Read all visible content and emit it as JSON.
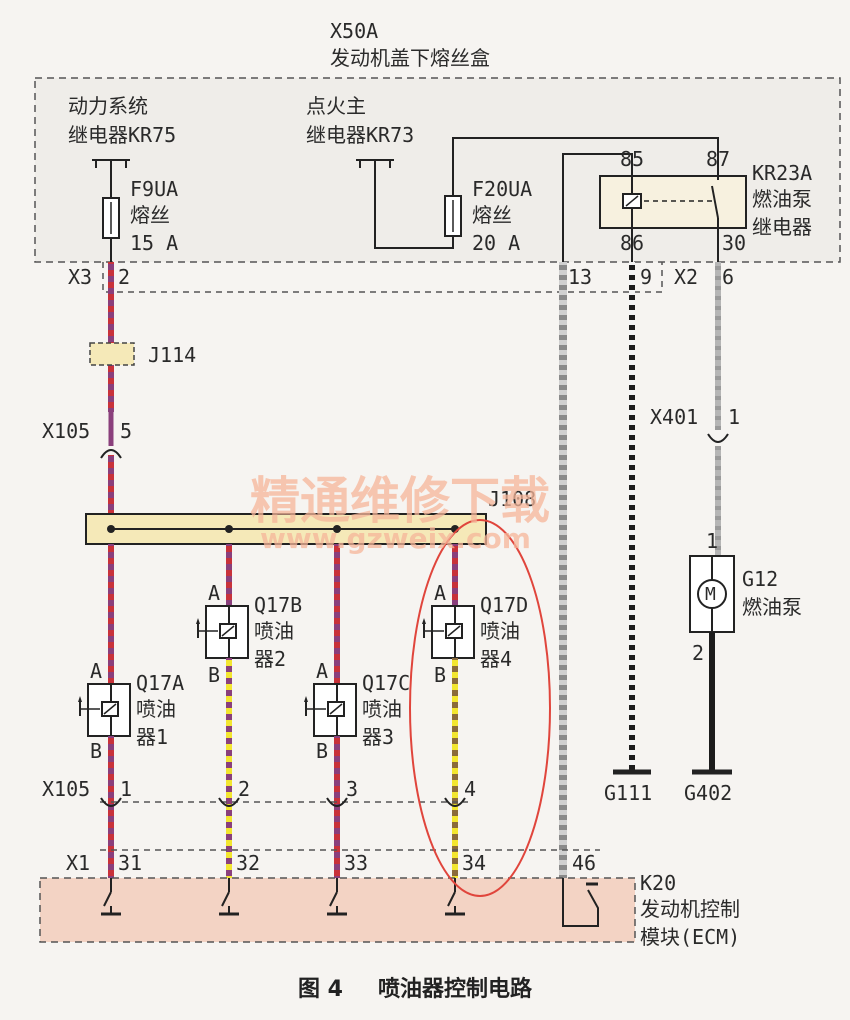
{
  "fuse_box": {
    "id": "X50A",
    "name": "发动机盖下熔丝盒"
  },
  "relay_kr75": {
    "line1": "动力系统",
    "line2": "继电器KR75"
  },
  "relay_kr73": {
    "line1": "点火主",
    "line2": "继电器KR73"
  },
  "fuse_f9ua": {
    "id": "F9UA",
    "type": "熔丝",
    "rating": "15 A"
  },
  "fuse_f20ua": {
    "id": "F20UA",
    "type": "熔丝",
    "rating": "20 A"
  },
  "relay_kr23a": {
    "id": "KR23A",
    "line1": "燃油泵",
    "line2": "继电器",
    "pin85": "85",
    "pin87": "87",
    "pin86": "86",
    "pin30": "30"
  },
  "connector_x3": {
    "id": "X3",
    "pin": "2"
  },
  "connector_x2": {
    "id": "X2",
    "pin13": "13",
    "pin9": "9",
    "pin6": "6"
  },
  "splice_j114": "J114",
  "splice_j108": "J108",
  "connector_x105_top": {
    "id": "X105",
    "pin": "5"
  },
  "connector_x401": {
    "id": "X401",
    "pin": "1"
  },
  "fuel_pump_g12": {
    "id": "G12",
    "name": "燃油泵",
    "pin1": "1",
    "pin2": "2",
    "symbol": "M"
  },
  "injectors": [
    {
      "id": "Q17A",
      "name_line1": "喷油",
      "name_line2": "器1",
      "pin_a": "A",
      "pin_b": "B"
    },
    {
      "id": "Q17B",
      "name_line1": "喷油",
      "name_line2": "器2",
      "pin_a": "A",
      "pin_b": "B"
    },
    {
      "id": "Q17C",
      "name_line1": "喷油",
      "name_line2": "器3",
      "pin_a": "A",
      "pin_b": "B"
    },
    {
      "id": "Q17D",
      "name_line1": "喷油",
      "name_line2": "器4",
      "pin_a": "A",
      "pin_b": "B"
    }
  ],
  "connector_x105_bottom": {
    "id": "X105",
    "pins": [
      "1",
      "2",
      "3",
      "4"
    ]
  },
  "ground_g111": "G111",
  "ground_g402": "G402",
  "connector_x1": {
    "id": "X1",
    "pins": [
      "31",
      "32",
      "33",
      "34",
      "46"
    ]
  },
  "ecm": {
    "id": "K20",
    "line1": "发动机控制",
    "line2": "模块(ECM)"
  },
  "caption": {
    "figure": "图 4",
    "title": "喷油器控制电路"
  },
  "watermark": {
    "cn": "精通维修下载",
    "url": "www.gzweix.com"
  },
  "colors": {
    "wire_purple": "#8a3f7c",
    "wire_red": "#c8323a",
    "wire_yellow": "#f3e630",
    "wire_brown": "#8a6a3a",
    "wire_gray": "#9a9a9a",
    "wire_black": "#1c1c1c",
    "ecm_fill": "#f3d3c4",
    "fuse_box_fill": "#efede9",
    "highlight": "#e0453c"
  }
}
